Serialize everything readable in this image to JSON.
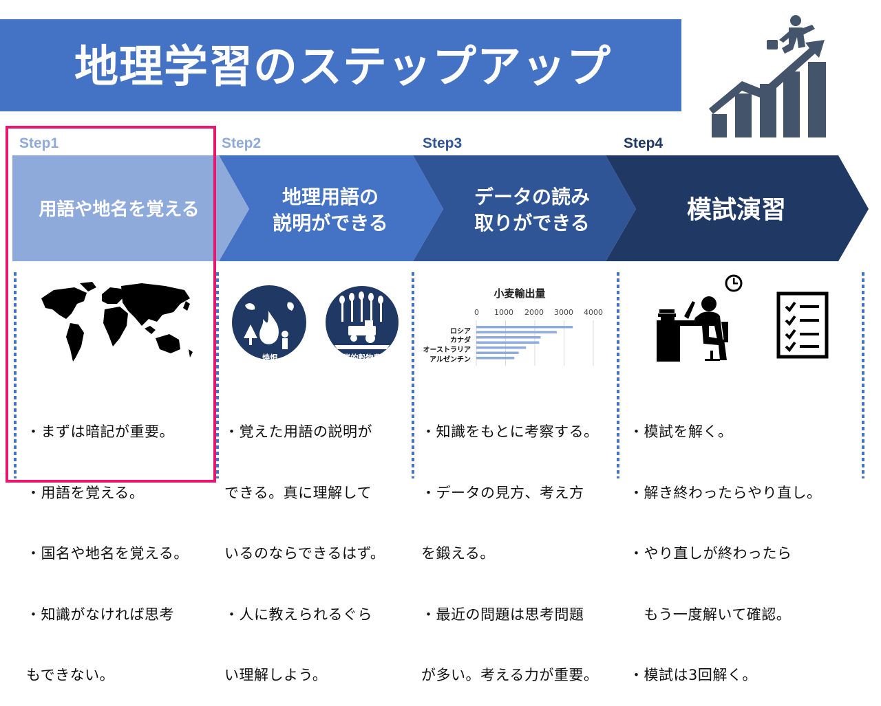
{
  "title": "地理学習のステップアップ",
  "steps": [
    {
      "label": "Step1",
      "color": "#8eaadb",
      "label_color": "#8eaadb",
      "title_lines": [
        "用語や地名を覚える"
      ],
      "bullets": [
        "・まずは暗記が重要。",
        "・用語を覚える。",
        "・国名や地名を覚える。",
        "・知識がなければ思考",
        "もできない。"
      ]
    },
    {
      "label": "Step2",
      "color": "#4472c4",
      "label_color": "#8eaadb",
      "title_lines": [
        "地理用語の",
        "説明ができる"
      ],
      "bullets": [
        "・覚えた用語の説明が",
        "できる。真に理解して",
        "いるのならできるはず。",
        "・人に教えられるぐら",
        "い理解しよう。"
      ]
    },
    {
      "label": "Step3",
      "color": "#2f5597",
      "label_color": "#2f5597",
      "title_lines": [
        "データの読み",
        "取りができる"
      ],
      "bullets": [
        "・知識をもとに考察する。",
        "・データの見方、考え方",
        "を鍛える。",
        "・最近の問題は思考問題",
        "が多い。考える力が重要。"
      ]
    },
    {
      "label": "Step4",
      "color": "#203864",
      "label_color": "#203864",
      "title_lines": [
        "模試演習"
      ],
      "bullets": [
        "・模試を解く。",
        "・解き終わったらやり直し。",
        "・やり直しが終わったら",
        "　もう一度解いて確認。",
        "・模試は3回解く。"
      ]
    }
  ],
  "icons": {
    "step1": "world-map-icon",
    "step2": [
      "slash-and-burn-icon",
      "commercial-grain-farming-icon"
    ],
    "step3": "bar-chart",
    "step4": [
      "person-at-desk-with-clock-icon",
      "checklist-icon"
    ]
  },
  "circle_captions": {
    "left": "焼畑",
    "right": "企業的穀物農業"
  },
  "chart_data": {
    "type": "bar",
    "title": "小麦輸出量",
    "categories": [
      "ロシア",
      "カナダ",
      "オーストラリア",
      "アルゼンチン",
      "",
      "",
      ""
    ],
    "values": [
      3300,
      2750,
      2200,
      2150,
      1700,
      1450,
      1300
    ],
    "xlim": [
      0,
      4000
    ],
    "ticks": [
      "0",
      "1000",
      "2000",
      "3000",
      "4000"
    ],
    "orientation": "horizontal",
    "color": "#8faadc",
    "grid": true
  },
  "colors": {
    "title_bg": "#4472c4",
    "highlight": "#e8166f",
    "dotted": "#4472c4"
  }
}
